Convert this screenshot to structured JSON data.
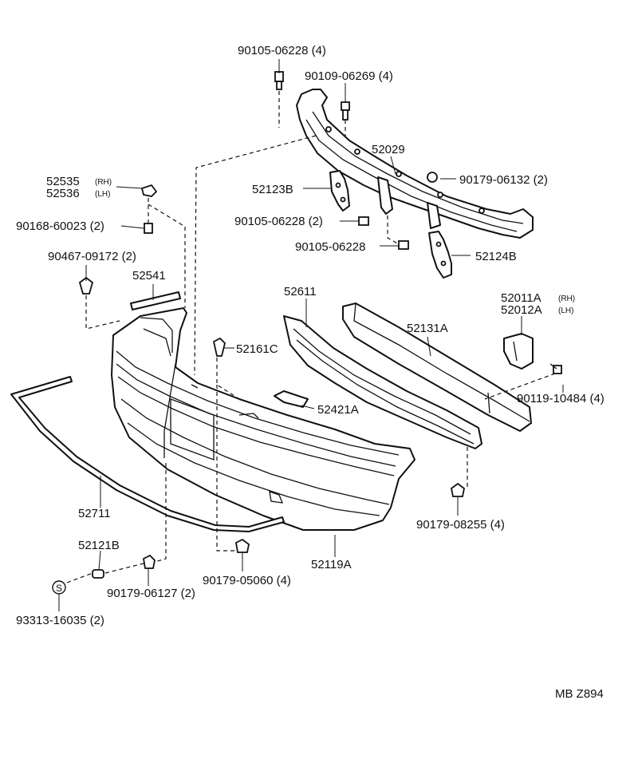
{
  "diagram_code": "MB Z894",
  "labels": {
    "l90105_06228_top": "90105-06228 (4)",
    "l90109_06269": "90109-06269 (4)",
    "l52029": "52029",
    "l90179_06132": "90179-06132 (2)",
    "l52123B": "52123B",
    "l90105_06228_2": "90105-06228 (2)",
    "l90105_06228": "90105-06228",
    "l52124B": "52124B",
    "l52535": "52535",
    "l52535_side": "(RH)",
    "l52536": "52536",
    "l52536_side": "(LH)",
    "l90168_60023": "90168-60023 (2)",
    "l90467_09172": "90467-09172 (2)",
    "l52541": "52541",
    "l52611": "52611",
    "l52131A": "52131A",
    "l52011A": "52011A",
    "l52011A_side": "(RH)",
    "l52012A": "52012A",
    "l52012A_side": "(LH)",
    "l52161C": "52161C",
    "l52421A": "52421A",
    "l90119_10484": "90119-10484 (4)",
    "l52711": "52711",
    "l90179_08255": "90179-08255 (4)",
    "l52121B": "52121B",
    "l90179_05060": "90179-05060 (4)",
    "l52119A": "52119A",
    "l90179_06127": "90179-06127 (2)",
    "l93313_16035": "93313-16035 (2)",
    "s_symbol": "S"
  }
}
